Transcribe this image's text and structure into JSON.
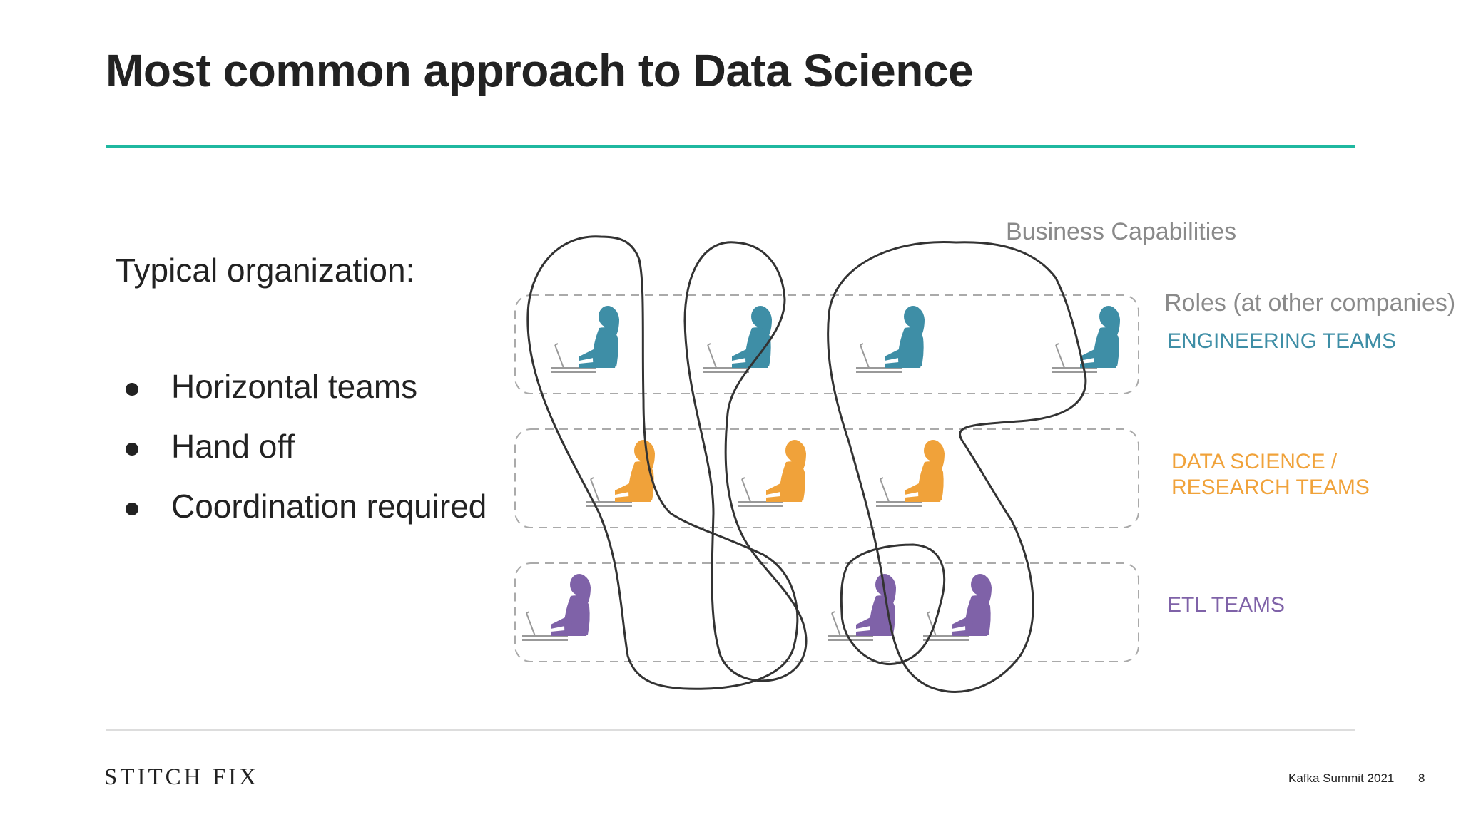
{
  "slide": {
    "title": "Most common approach to Data Science",
    "subheading": "Typical organization:",
    "bullets": [
      "Horizontal teams",
      "Hand off",
      "Coordination required"
    ]
  },
  "diagram": {
    "business_capabilities_label": "Business Capabilities",
    "roles_label": "Roles (at other companies)",
    "rows": [
      {
        "label": "ENGINEERING TEAMS",
        "color": "#3e8ea6",
        "people": 4
      },
      {
        "label_lines": [
          "DATA SCIENCE /",
          "RESEARCH TEAMS"
        ],
        "color": "#f0a23a",
        "people": 3
      },
      {
        "label": "ETL TEAMS",
        "color": "#7f62a8",
        "people": 3
      }
    ]
  },
  "footer": {
    "brand": "STITCH FIX",
    "event": "Kafka Summit 2021",
    "page_number": "8"
  },
  "colors": {
    "accent_rule": "#1fb8a0",
    "engineering": "#3e8ea6",
    "data_science": "#f0a23a",
    "etl": "#7f62a8"
  }
}
